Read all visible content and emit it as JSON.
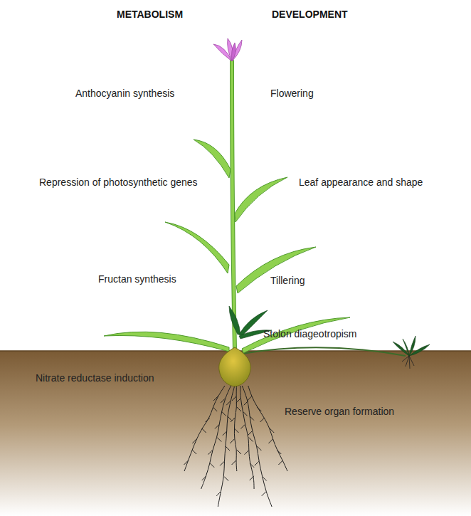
{
  "diagram": {
    "labels": [
      "METABOLISM",
      "DEVELOPMENT",
      "Anthocyanin synthesis",
      "Flowering",
      "Repression of photosynthetic genes",
      "Leaf appearance and shape",
      "Fructan synthesis",
      "Tillering",
      "Stolon diageotropism",
      "Nitrate reductase induction",
      "Reserve organ formation"
    ]
  }
}
